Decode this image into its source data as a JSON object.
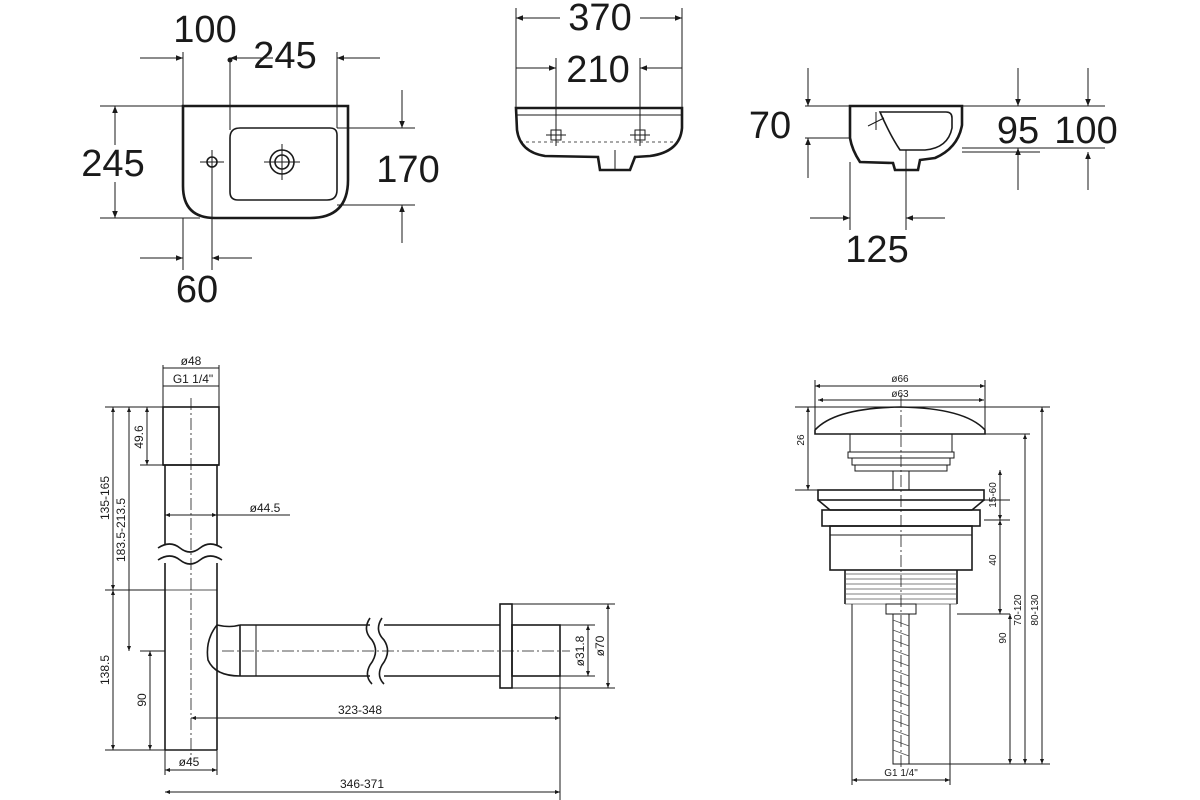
{
  "basin_top_view": {
    "dim_100": "100",
    "dim_245_width": "245",
    "dim_245_depth": "245",
    "dim_170": "170",
    "dim_60": "60"
  },
  "basin_front_view": {
    "dim_370": "370",
    "dim_210": "210"
  },
  "basin_side_view": {
    "dim_70": "70",
    "dim_95": "95",
    "dim_100": "100",
    "dim_125": "125"
  },
  "bottle_trap": {
    "dia_48": "ø48",
    "thread": "G1 1/4\"",
    "dim_49_6": "49.6",
    "dim_135_165": "135-165",
    "dim_183_213": "183.5-213.5",
    "dia_44_5": "ø44.5",
    "dim_138_5": "138.5",
    "dim_90": "90",
    "dia_31_8": "ø31.8",
    "dia_70": "ø70",
    "dim_323_348": "323-348",
    "dia_45": "ø45",
    "dim_346_371": "346-371"
  },
  "drain_valve": {
    "dia_66": "ø66",
    "dia_63": "ø63",
    "dim_26": "26",
    "dim_15_60": "15-60",
    "dim_40": "40",
    "dim_90": "90",
    "dim_70_120": "70-120",
    "dim_80_130": "80-130",
    "thread": "G1 1/4\""
  }
}
